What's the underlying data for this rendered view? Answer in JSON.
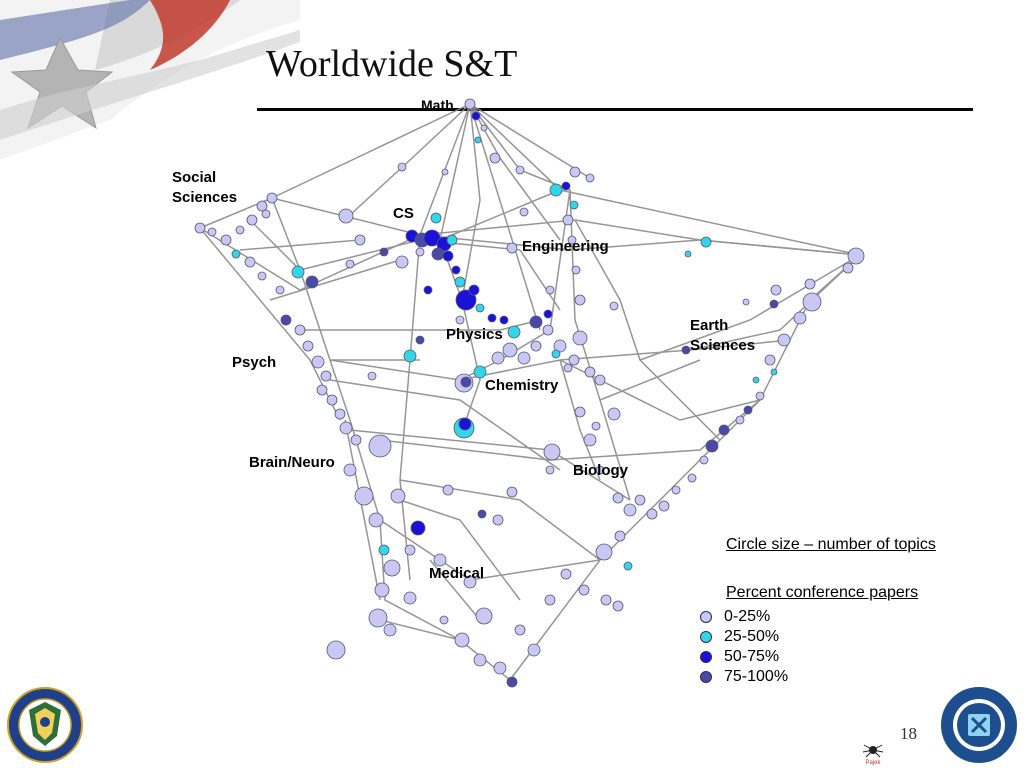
{
  "slide": {
    "title": "Worldwide S&T",
    "page_number": "18"
  },
  "regions": {
    "math": "Math",
    "social_sciences": "Social\nSciences",
    "cs": "CS",
    "engineering": "Engineering",
    "earth_sciences": "Earth\nSciences",
    "physics": "Physics",
    "psych": "Psych",
    "chemistry": "Chemistry",
    "brain_neuro": "Brain/Neuro",
    "biology": "Biology",
    "medical": "Medical"
  },
  "legend": {
    "size_note": "Circle size – number of topics",
    "color_heading": "Percent conference papers",
    "items": [
      {
        "label": "0-25%",
        "color": "#c8c8f2"
      },
      {
        "label": "25-50%",
        "color": "#33d6e8"
      },
      {
        "label": "50-75%",
        "color": "#1a12d6"
      },
      {
        "label": "75-100%",
        "color": "#4a4aa6"
      }
    ]
  },
  "logos": {
    "pajek": "Pajek"
  },
  "colors": {
    "node_light": "#c8c8f2",
    "node_cyan": "#33d6e8",
    "node_blue": "#1a12d6",
    "node_dark": "#4a4aa6",
    "edge": "#8a8a8a"
  }
}
